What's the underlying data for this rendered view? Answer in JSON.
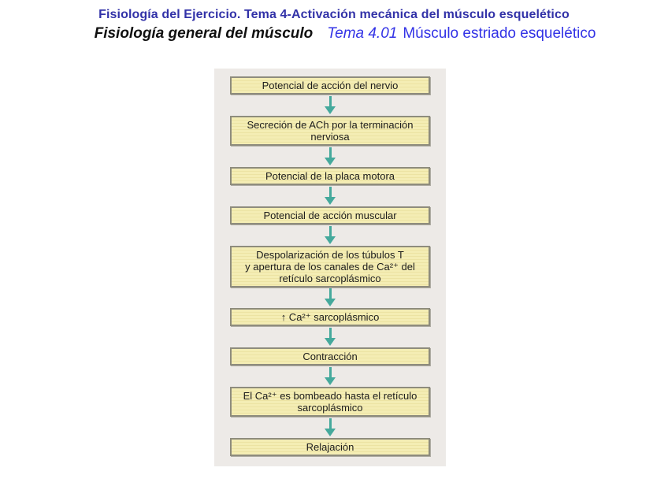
{
  "header": {
    "line1": "Fisiología del Ejercicio. Tema 4-Activación mecánica del músculo esquelético",
    "line2": {
      "part1": "Fisiología general del músculo",
      "part2": "Tema 4.01",
      "part3": "Músculo estriado esquelético"
    }
  },
  "flow": {
    "steps": [
      {
        "text": "Potencial de acción del nervio"
      },
      {
        "text": "Secreción de ACh por la terminación\nnerviosa"
      },
      {
        "text": "Potencial de la placa motora"
      },
      {
        "text": "Potencial de acción muscular"
      },
      {
        "text": "Despolarización de los túbulos T\ny apertura de los canales de Ca²⁺ del\nretículo sarcoplásmico"
      },
      {
        "text": "↑ Ca²⁺ sarcoplásmico"
      },
      {
        "text": "Contracción"
      },
      {
        "text": "El Ca²⁺ es bombeado hasta el retículo\nsarcoplásmico"
      },
      {
        "text": "Relajación"
      }
    ]
  },
  "icons": {
    "flow_arrow": "down-arrow"
  },
  "colors": {
    "title_blue": "#3232a8",
    "subtitle_blue": "#3333e6",
    "box_fill": "#f2e9ac",
    "box_border": "#8e8c7d",
    "arrow_teal": "#45a99c",
    "panel_bg": "#edeae7"
  }
}
